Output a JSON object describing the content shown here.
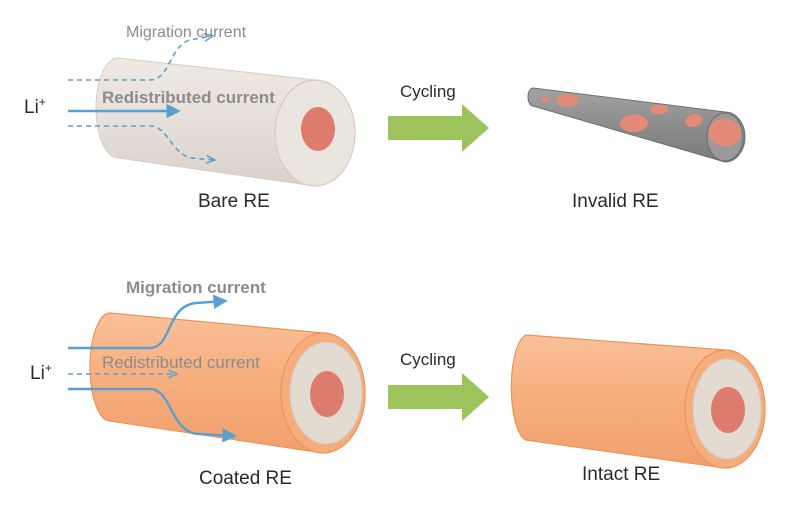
{
  "top_row": {
    "ion_label": "Li",
    "ion_charge": "+",
    "migration_label": "Migration current",
    "redistributed_label": "Redistributed current",
    "electrode_caption": "Bare RE",
    "process_label": "Cycling",
    "result_caption": "Invalid RE"
  },
  "bottom_row": {
    "ion_label": "Li",
    "ion_charge": "+",
    "migration_label": "Migration current",
    "redistributed_label": "Redistributed current",
    "electrode_caption": "Coated RE",
    "process_label": "Cycling",
    "result_caption": "Intact RE"
  },
  "colors": {
    "bare_body": "#e6dfd9",
    "core": "#dd7b6d",
    "coating": "#f6ad7c",
    "coating_edge": "#ee9257",
    "insulation_face": "#e3dad2",
    "degraded_body": "#8d8d8d",
    "corrosion_spot": "#e48a76",
    "current_arrow": "#5aa0cf",
    "process_arrow": "#9dc35c"
  },
  "icons": {
    "process_arrow": "right-arrow-icon",
    "current_arrow": "flow-arrow-icon"
  }
}
